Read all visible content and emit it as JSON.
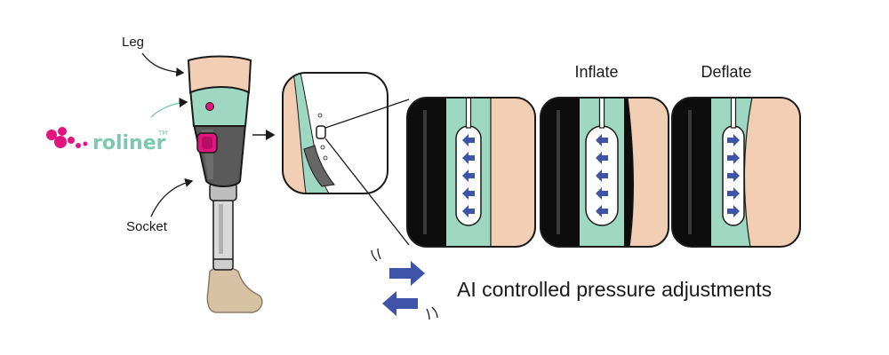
{
  "labels": {
    "leg": "Leg",
    "socket": "Socket",
    "inflate": "Inflate",
    "deflate": "Deflate",
    "caption": "AI controlled pressure adjustments"
  },
  "brand": {
    "name": "roliner",
    "trademark": "TM",
    "color": "#e4147f",
    "accent": "#7ec8b0"
  },
  "colors": {
    "skin": "#f2cfb4",
    "liner": "#9fd8c2",
    "socket_dark": "#555555",
    "panel_dark": "#0d0d0d",
    "arrow_blue": "#3f54a8",
    "outline": "#1a1a1a"
  },
  "panels": [
    {
      "state": "normal",
      "arrows": [
        "left",
        "left",
        "left",
        "left",
        "left"
      ]
    },
    {
      "state": "inflate",
      "arrows": [
        "left",
        "left",
        "left",
        "left",
        "left"
      ]
    },
    {
      "state": "deflate",
      "arrows": [
        "right",
        "right",
        "right",
        "right",
        "right"
      ]
    }
  ],
  "icons": [
    "pointer-arrow-icon",
    "cycle-arrows-icon"
  ]
}
